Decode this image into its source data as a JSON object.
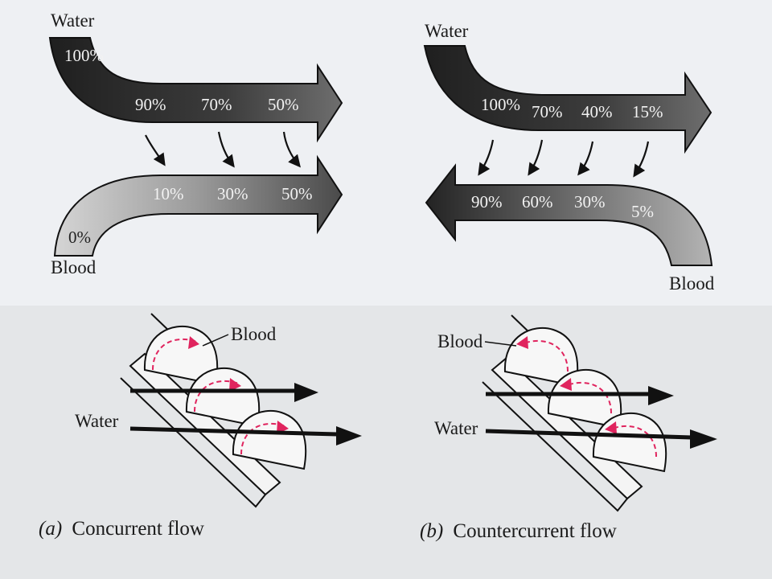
{
  "concurrent": {
    "water_label": "Water",
    "blood_label": "Blood",
    "water_values": [
      "100%",
      "90%",
      "70%",
      "50%"
    ],
    "blood_values": [
      "0%",
      "10%",
      "30%",
      "50%"
    ],
    "caption_letter": "(a)",
    "caption_text": "Concurrent flow",
    "detail_blood_label": "Blood",
    "detail_water_label": "Water"
  },
  "countercurrent": {
    "water_label": "Water",
    "blood_label": "Blood",
    "water_values": [
      "100%",
      "70%",
      "40%",
      "15%"
    ],
    "blood_values": [
      "90%",
      "60%",
      "30%",
      "5%"
    ],
    "caption_letter": "(b)",
    "caption_text": "Countercurrent flow",
    "detail_blood_label": "Blood",
    "detail_water_label": "Water"
  },
  "colors": {
    "water_arrow": "#2e2e2e",
    "blood_arrow": "#8a8a8a",
    "blood_flow_arrow": "#e0245e"
  }
}
